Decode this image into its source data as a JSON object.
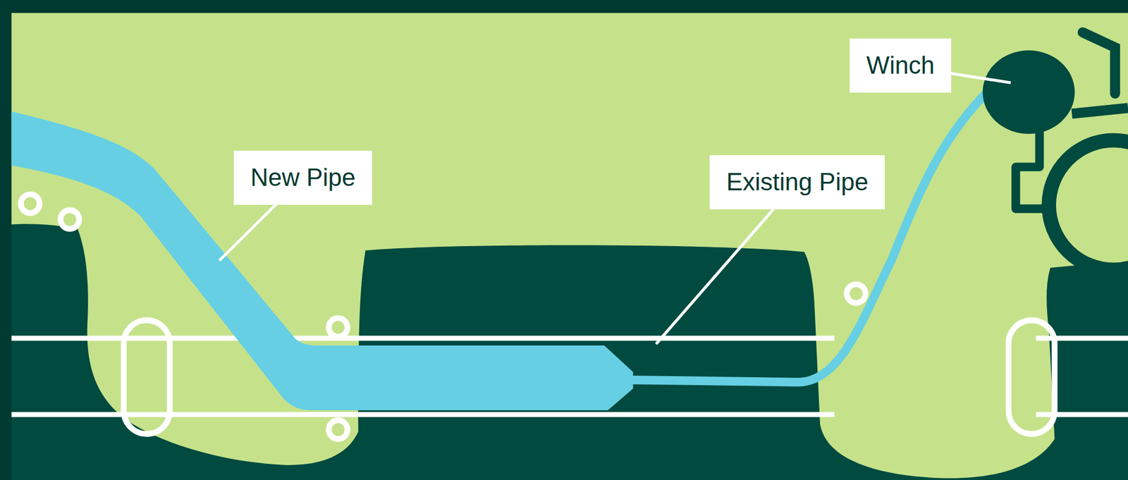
{
  "diagram": {
    "labels": [
      "Winch",
      "New Pipe",
      "Existing Pipe"
    ]
  }
}
